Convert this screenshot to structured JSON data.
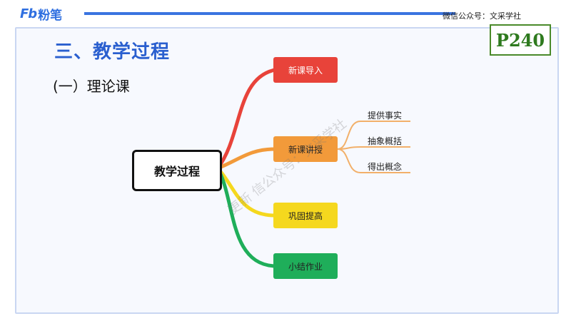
{
  "header": {
    "logo_mark": "Fb",
    "logo_text": "粉笔",
    "wechat_label": "微信公众号：文采学社",
    "page_tag": "P240"
  },
  "slide": {
    "section_title": "三、教学过程",
    "sub_title": "(一）理论课"
  },
  "mindmap": {
    "root": "教学过程",
    "branches": [
      {
        "label": "新课导入",
        "color": "#e8433a"
      },
      {
        "label": "新课讲授",
        "color": "#f29a3a",
        "children": [
          "提供事实",
          "抽象概括",
          "得出概念"
        ]
      },
      {
        "label": "巩固提高",
        "color": "#f5d81e"
      },
      {
        "label": "小结作业",
        "color": "#1fae5a"
      }
    ]
  },
  "watermark": "更新 信公众号：文采学社"
}
